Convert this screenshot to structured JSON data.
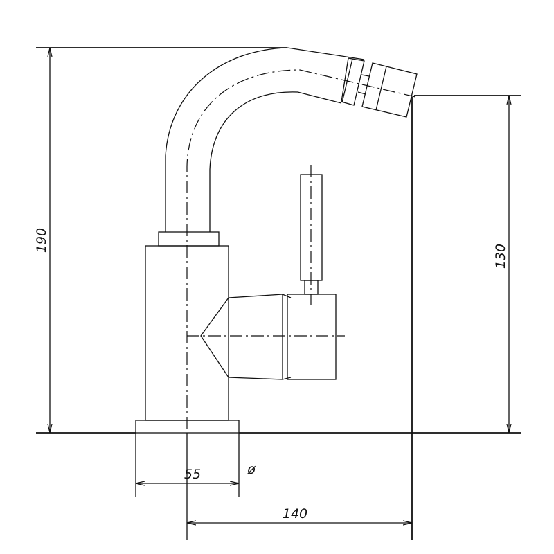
{
  "drawing": {
    "dimensions": {
      "total_height": "190",
      "spout_height": "130",
      "base_diameter": "55",
      "diameter_symbol": "ø",
      "spout_reach": "140"
    }
  }
}
